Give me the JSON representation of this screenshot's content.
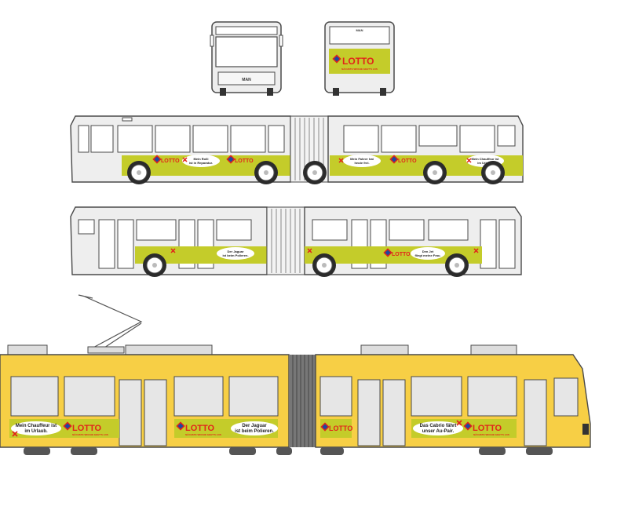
{
  "colors": {
    "bus_body": "#eeeeee",
    "bus_stripe": "#c4cc2a",
    "tram_body": "#f7cf45",
    "tram_window": "#e6e6e6",
    "lotto_red": "#e2231a",
    "outline": "#4a4a4a"
  },
  "brand": {
    "lotto_word": "LOTTO",
    "lotto_tagline": "NÄCHSTE WOCHE GEHT'S LOS",
    "maker_badge": "MAN"
  },
  "bus_rear": {
    "ad_word": "LOTTO",
    "ad_tagline": "NÄCHSTE WOCHE GEHT'S LOS"
  },
  "bus_side_1": {
    "slogan_front_1": "Mein Rolli",
    "slogan_front_2": "ist in Reparatur.",
    "slogan_rear_1": "Mein Fahrer hat",
    "slogan_rear_2": "heute frei.",
    "slogan_end_1": "Mein Chauffeur ist",
    "slogan_end_2": "im Urlaub."
  },
  "bus_side_2": {
    "slogan_a_1": "Der Jaguar",
    "slogan_a_2": "ist beim Polieren.",
    "slogan_b_1": "Den Jet",
    "slogan_b_2": "fliegt meine Frau."
  },
  "tram": {
    "slogan_1_1": "Mein Chauffeur ist",
    "slogan_1_2": "im Urlaub.",
    "slogan_2_1": "Der Jaguar",
    "slogan_2_2": "ist beim Polieren.",
    "slogan_3_1": "Das Cabrio fährt",
    "slogan_3_2": "unser Au-Pair."
  }
}
